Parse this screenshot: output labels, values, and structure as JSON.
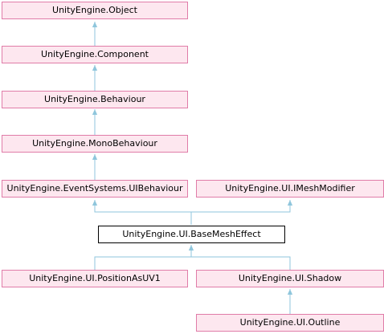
{
  "diagram": {
    "nodes": {
      "object": "UnityEngine.Object",
      "component": "UnityEngine.Component",
      "behaviour": "UnityEngine.Behaviour",
      "monobehaviour": "UnityEngine.MonoBehaviour",
      "uibehaviour": "UnityEngine.EventSystems.UIBehaviour",
      "imeshmodifier": "UnityEngine.UI.IMeshModifier",
      "basemesheffect": "UnityEngine.UI.BaseMeshEffect",
      "positionasuv1": "UnityEngine.UI.PositionAsUV1",
      "shadow": "UnityEngine.UI.Shadow",
      "outline": "UnityEngine.UI.Outline"
    },
    "edges": [
      {
        "from": "component",
        "to": "object"
      },
      {
        "from": "behaviour",
        "to": "component"
      },
      {
        "from": "monobehaviour",
        "to": "behaviour"
      },
      {
        "from": "uibehaviour",
        "to": "monobehaviour"
      },
      {
        "from": "basemesheffect",
        "to": "uibehaviour"
      },
      {
        "from": "basemesheffect",
        "to": "imeshmodifier"
      },
      {
        "from": "positionasuv1",
        "to": "basemesheffect"
      },
      {
        "from": "shadow",
        "to": "basemesheffect"
      },
      {
        "from": "outline",
        "to": "shadow"
      }
    ],
    "colors": {
      "node_fill": "#fde7ef",
      "node_border": "#e07ca8",
      "current_border": "#000000",
      "edge": "#8fc6dc"
    }
  }
}
